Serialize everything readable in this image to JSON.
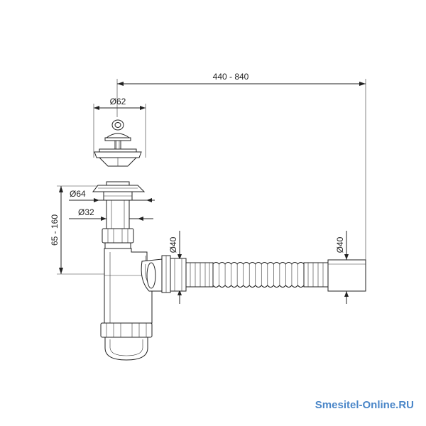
{
  "dimensions": {
    "length_range": "440 - 840",
    "height_range": "65 - 160",
    "strainer_diameter": "Ø62",
    "flange_diameter": "Ø64",
    "tube_diameter": "Ø32",
    "inlet_outlet_diameter_left": "Ø40",
    "inlet_outlet_diameter_right": "Ø40"
  },
  "watermark": {
    "text": "Smesitel-Online.RU",
    "color": "#4a86c8"
  }
}
